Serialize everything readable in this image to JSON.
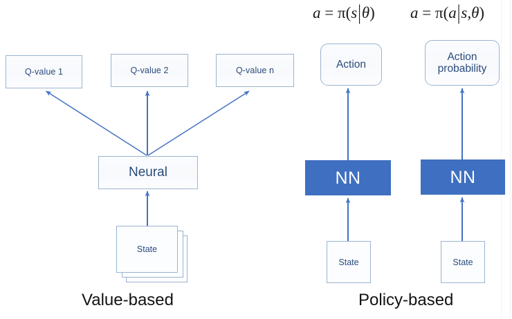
{
  "diagram": {
    "title_left": "Value-based",
    "title_right": "Policy-based",
    "colors": {
      "accent_blue": "#3f6fc0",
      "arrow_blue": "#4472c4",
      "box_border": "#9bb3cf",
      "box_fill": "#fcfdff",
      "text_blue": "#2a4b7c",
      "caption_black": "#131313"
    }
  },
  "value_based": {
    "outputs": [
      {
        "label": "Q-value 1"
      },
      {
        "label": "Q-value 2"
      },
      {
        "label": "Q-value n"
      }
    ],
    "network": {
      "label": "Neural"
    },
    "input": {
      "label": "State"
    }
  },
  "policy_based": {
    "columns": [
      {
        "equation_parts": {
          "lhs": "a",
          "eq": "=",
          "pi": "π",
          "open": "(",
          "arg": "s",
          "bar": "|",
          "cond": "θ",
          "close": ")"
        },
        "equation_text": "a = π(s|θ)",
        "output": {
          "label": "Action"
        },
        "network": {
          "label": "NN"
        },
        "input": {
          "label": "State"
        }
      },
      {
        "equation_parts": {
          "lhs": "a",
          "eq": "=",
          "pi": "π",
          "open": "(",
          "arg": "a",
          "bar": "|",
          "cond": "s,θ",
          "close": ")"
        },
        "equation_text": "a = π(a|s,θ)",
        "output": {
          "label_line1": "Action",
          "label_line2": "probability"
        },
        "network": {
          "label": "NN"
        },
        "input": {
          "label": "State"
        }
      }
    ]
  }
}
